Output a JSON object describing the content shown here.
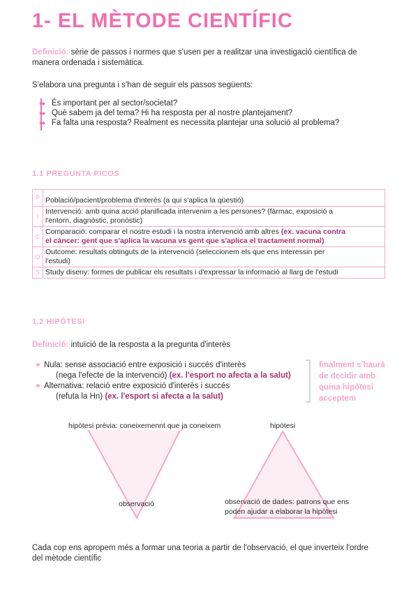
{
  "title": "1- EL MÈTODE CIENTÍFIC",
  "definition1": {
    "label": "Definició:",
    "text_line1": " sèrie de passos i normes que s'usen per a realitzar una investigació científica de",
    "text_line2": "manera ordenada i sistemàtica."
  },
  "intro": "S'elabora una pregunta i s'han de seguir els passos següents:",
  "questions": [
    "És important per al sector/societat?",
    "Què sabem ja del tema? Hi ha resposta per al nostre plantejament?",
    "Fa falta una resposta? Realment es necessita plantejar una solució al problema?"
  ],
  "section1": "1.1 PREGUNTA PICOS",
  "picos": [
    {
      "letter": "P",
      "line1": "Població/pacient/problema d'interès (a qui s'aplica la qüestió)",
      "line2": "",
      "extra1": "",
      "extra2": ""
    },
    {
      "letter": "I",
      "line1": "Intervenció: amb quina acció planificada intervenim a les persones? (fàrmac, exposició a",
      "line2": "l'entorn, diagnòstic, pronòstic)",
      "extra1": "",
      "extra2": ""
    },
    {
      "letter": "C",
      "line1": "Comparació: comparar el nostre estudi i la nostra intervenció amb altres ",
      "extra1": "(ex. vacuna contra",
      "line2": "",
      "extra2": "el càncer: gent que s'aplica la vacuna vs gent que s'aplica el tractament normal)"
    },
    {
      "letter": "O",
      "line1": "Outcome: resultats obtinguts de la intervenció (seleccionem els que ens interessin per",
      "line2": "l'estudi)",
      "extra1": "",
      "extra2": ""
    },
    {
      "letter": "S",
      "line1": "Study diseny: formes de publicar els resultats i d'expressar la informació al llarg de l'estudi",
      "line2": "",
      "extra1": "",
      "extra2": ""
    }
  ],
  "section2": "1.2 HIPÒTESI",
  "definition2": {
    "label": "Definició:",
    "text": " intuïció de la resposta a la pregunta d'interès"
  },
  "hypotheses": [
    {
      "line1": "Nula: sense associació entre exposició i succés d'interès",
      "line2_plain": "(nega l'efecte de la intervenció) ",
      "line2_ex": "(ex. l'esport no afecta a la salut)"
    },
    {
      "line1": "Alternativa: relació entre exposició d'interès i succés",
      "line2_plain": "(refuta la Hn) ",
      "line2_ex": "(ex. l'esport si afecta a la salut)"
    }
  ],
  "side_note": [
    "finalment s'haurà",
    "de decidir amb",
    "quina hipòtesi",
    "acceptem"
  ],
  "diagram": {
    "left_top": "hipòtesi prèvia: coneixemennt que ja coneixem",
    "left_bottom": "observació",
    "right_top": "hipòtesi",
    "right_bottom_1": "observació de dades: patrons que ens",
    "right_bottom_2": "poden ajudar a elaborar la hipòtesi",
    "colors": {
      "stroke": "#f4a8c9",
      "fill": "#fdeef4"
    }
  },
  "conclusion_line1": "Cada cop ens apropem més a formar una teoria a partir de l'observació, el que inverteix l'ordre",
  "conclusion_line2": "del mètode científic"
}
